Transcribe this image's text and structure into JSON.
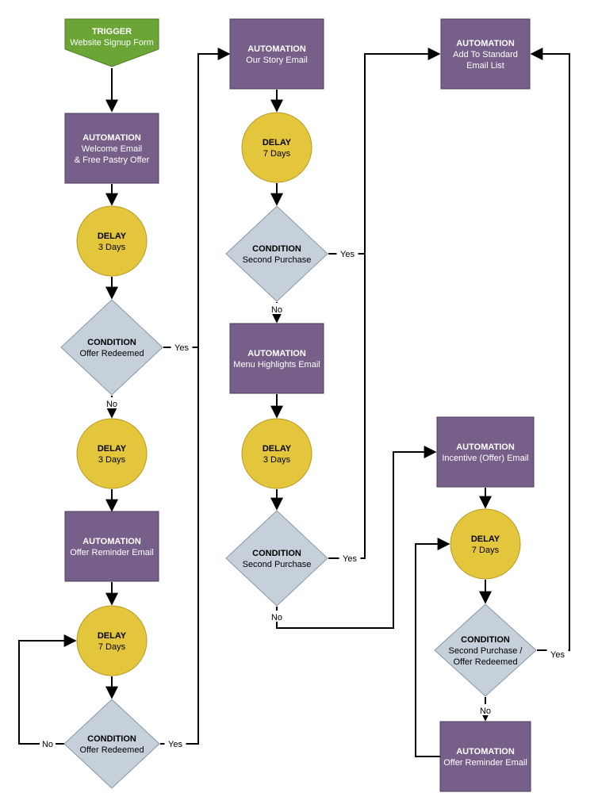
{
  "colors": {
    "trigger_fill": "#6aa535",
    "trigger_stroke": "#4d7e22",
    "automation_fill": "#76608a",
    "automation_stroke": "#4e3d5e",
    "delay_fill": "#e3c63b",
    "delay_stroke": "#b89a22",
    "condition_fill": "#c5d0da",
    "condition_stroke": "#8796a3",
    "connector": "#000000",
    "light_text": "#ffffff",
    "dark_text": "#000000"
  },
  "nodes": {
    "trigger": {
      "title": "TRIGGER",
      "line1": "Website Signup Form",
      "line2": ""
    },
    "auto_welcome": {
      "title": "AUTOMATION",
      "line1": "Welcome Email",
      "line2": "& Free Pastry Offer"
    },
    "delay_a1": {
      "title": "DELAY",
      "line1": "3 Days",
      "line2": ""
    },
    "cond_a1": {
      "title": "CONDITION",
      "line1": "Offer Redeemed",
      "line2": ""
    },
    "delay_a2": {
      "title": "DELAY",
      "line1": "3 Days",
      "line2": ""
    },
    "auto_reminder1": {
      "title": "AUTOMATION",
      "line1": "Offer Reminder Email",
      "line2": ""
    },
    "delay_a3": {
      "title": "DELAY",
      "line1": "7 Days",
      "line2": ""
    },
    "cond_a2": {
      "title": "CONDITION",
      "line1": "Offer Redeemed",
      "line2": ""
    },
    "auto_story": {
      "title": "AUTOMATION",
      "line1": "Our Story Email",
      "line2": ""
    },
    "delay_b1": {
      "title": "DELAY",
      "line1": "7 Days",
      "line2": ""
    },
    "cond_b1": {
      "title": "CONDITION",
      "line1": "Second Purchase",
      "line2": ""
    },
    "auto_menu": {
      "title": "AUTOMATION",
      "line1": "Menu Highlights Email",
      "line2": ""
    },
    "delay_b2": {
      "title": "DELAY",
      "line1": "3 Days",
      "line2": ""
    },
    "cond_b2": {
      "title": "CONDITION",
      "line1": "Second Purchase",
      "line2": ""
    },
    "auto_standard": {
      "title": "AUTOMATION",
      "line1": "Add To Standard",
      "line2": "Email List"
    },
    "auto_incentive": {
      "title": "AUTOMATION",
      "line1": "Incentive (Offer) Email",
      "line2": ""
    },
    "delay_c1": {
      "title": "DELAY",
      "line1": "7 Days",
      "line2": ""
    },
    "cond_c1": {
      "title": "CONDITION",
      "line1": "Second Purchase /",
      "line2": "Offer Redeemed"
    },
    "auto_reminder2": {
      "title": "AUTOMATION",
      "line1": "Offer Reminder Email",
      "line2": ""
    }
  },
  "edge_labels": {
    "cond_a1_yes": "Yes",
    "cond_a1_no": "No",
    "cond_a2_yes": "Yes",
    "cond_a2_no": "No",
    "cond_b1_yes": "Yes",
    "cond_b1_no": "No",
    "cond_b2_yes": "Yes",
    "cond_b2_no": "No",
    "cond_c1_yes": "Yes",
    "cond_c1_no": "No"
  }
}
